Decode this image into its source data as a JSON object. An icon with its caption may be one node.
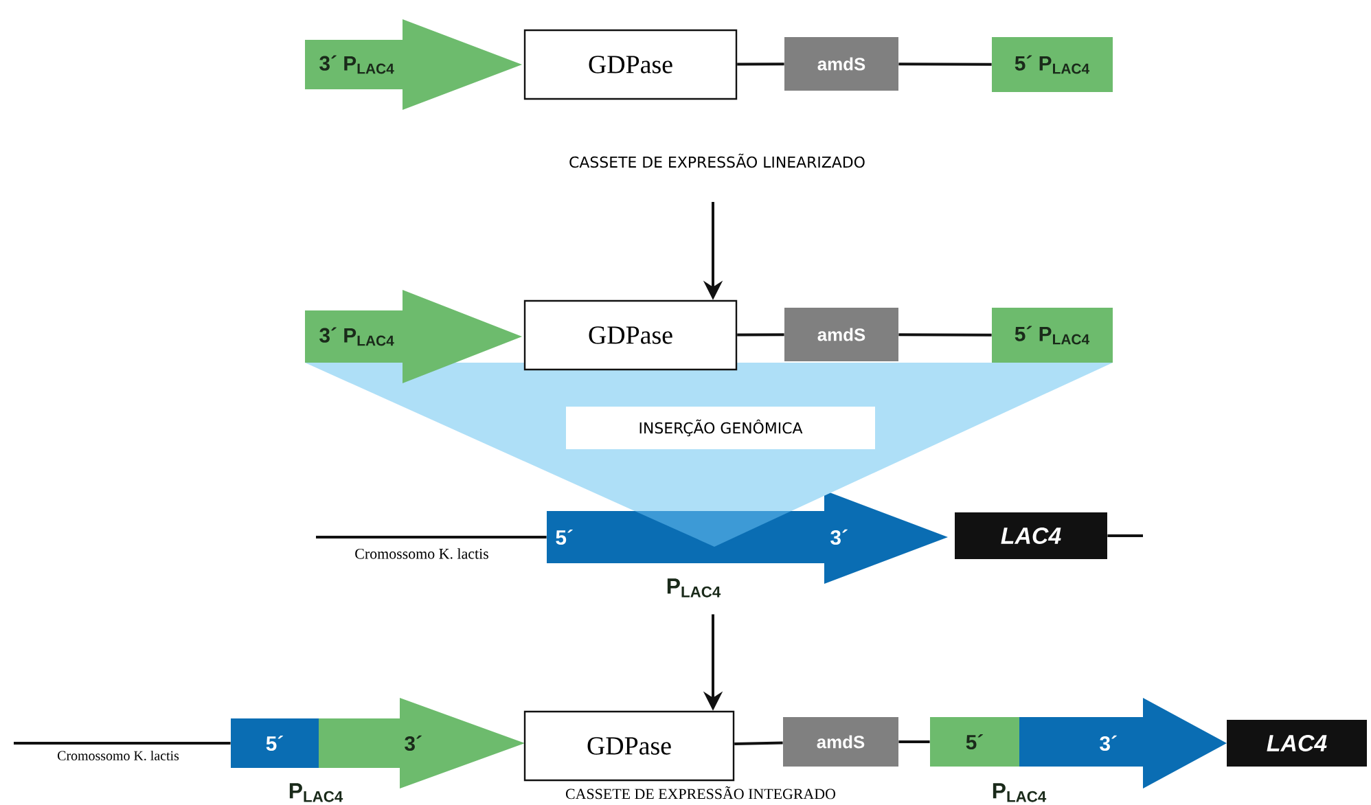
{
  "diagram": {
    "nodes": [
      {
        "text": [
          "3´ P$_{LAC4}$"
        ]
      },
      {
        "text": [
          "GDPase"
        ]
      },
      {
        "text": [
          "amdS"
        ]
      },
      {
        "text": [
          "5´ P$_{LAC4}$"
        ]
      },
      {
        "text": [
          "3´ P$_{LAC4}$"
        ]
      },
      {
        "text": [
          "GDPase"
        ]
      },
      {
        "text": [
          "amdS"
        ]
      },
      {
        "text": [
          "5´ P$_{LAC4}$"
        ]
      },
      {
        "text": [
          "INSERÇÃO GENÔMICA"
        ]
      },
      {
        "text": [
          "5´",
          "3´"
        ],
        "beside": [
          "P$_{LAC4}$"
        ]
      },
      {
        "text": [
          "LAC4"
        ]
      },
      {
        "text": [
          "5´"
        ]
      },
      {
        "text": [
          "3´"
        ]
      },
      {
        "text": [
          "GDPase"
        ]
      },
      {
        "text": [
          "amdS"
        ]
      },
      {
        "text": [
          "5´"
        ]
      },
      {
        "text": [
          "3´"
        ]
      },
      {
        "text": [
          "LAC4"
        ]
      }
    ],
    "edges": [
      {
        "from": 1,
        "to": 2,
        "arrow": "none"
      },
      {
        "from": 2,
        "to": 3,
        "arrow": "none"
      },
      {
        "from": null,
        "to": 5,
        "arrow": "to"
      },
      {
        "from": 5,
        "to": 6,
        "arrow": "none"
      },
      {
        "from": 6,
        "to": 7,
        "arrow": "none"
      },
      {
        "from": null,
        "to": 9,
        "arrow": "none"
      },
      {
        "from": 10,
        "to": null,
        "arrow": "none"
      },
      {
        "from": 9,
        "to": 13,
        "arrow": "to"
      },
      {
        "from": null,
        "to": 11,
        "arrow": "none"
      },
      {
        "from": 13,
        "to": 14,
        "arrow": "none"
      },
      {
        "from": 14,
        "to": 15,
        "arrow": "none"
      }
    ],
    "labels": [
      "CASSETE DE EXPRESSÃO LINEARIZADO",
      "Cromossomo K. lactis",
      "Cromossomo K. lactis",
      "P$_{LAC4}$",
      "CASSETE DE EXPRESSÃO INTEGRADO",
      "P$_{LAC4}$"
    ]
  }
}
